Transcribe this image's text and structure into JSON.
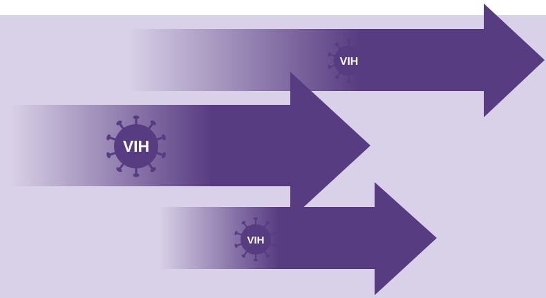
{
  "colors": {
    "background": "#d9d1e7",
    "arrow_solid": "#583c82",
    "arrow_faded": "#d9d1e7",
    "virus_body": "#583c82",
    "virus_text": "#ffffff"
  },
  "arrows": [
    {
      "name": "arrow-top",
      "virus": {
        "label": "VIH",
        "icon": "virus-icon"
      }
    },
    {
      "name": "arrow-middle",
      "virus": {
        "label": "VIH",
        "icon": "virus-icon"
      }
    },
    {
      "name": "arrow-bottom",
      "virus": {
        "label": "VIH",
        "icon": "virus-icon"
      }
    }
  ]
}
